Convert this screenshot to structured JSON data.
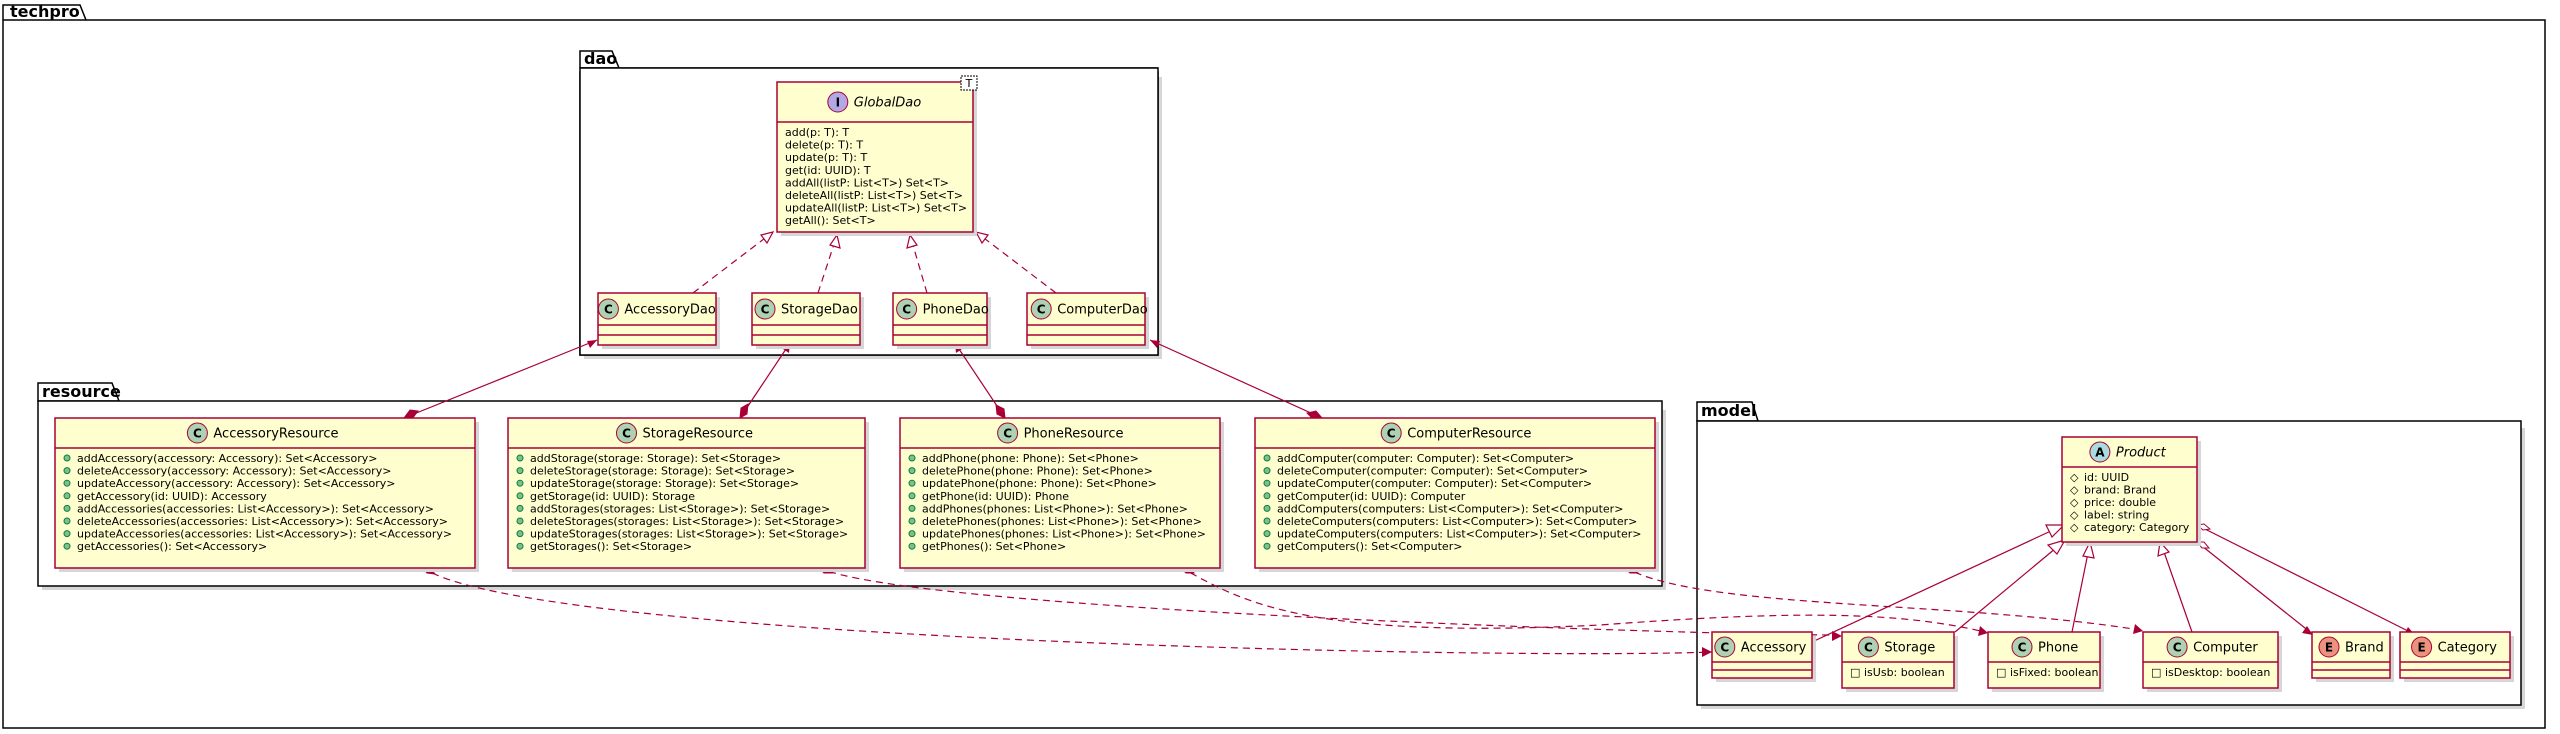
{
  "packages": {
    "root": "techpro",
    "dao": "dao",
    "resource": "resource",
    "model": "model"
  },
  "colors": {
    "class_fill": "#FEFECE",
    "border": "#A80036",
    "spot_class": "#ADD1B2",
    "spot_interface": "#B4A7E5",
    "spot_abstract": "#A9DCDF",
    "spot_enum": "#EB937F"
  },
  "classes": {
    "GlobalDao": {
      "name": "GlobalDao",
      "stereotype": "I",
      "generic": "T",
      "methods": [
        "add(p: T): T",
        "delete(p: T): T",
        "update(p: T): T",
        "get(id: UUID): T",
        "addAll(listP: List<T>) Set<T>",
        "deleteAll(listP: List<T>) Set<T>",
        "updateAll(listP: List<T>) Set<T>",
        "getAll(): Set<T>"
      ]
    },
    "AccessoryDao": {
      "name": "AccessoryDao",
      "stereotype": "C"
    },
    "StorageDao": {
      "name": "StorageDao",
      "stereotype": "C"
    },
    "PhoneDao": {
      "name": "PhoneDao",
      "stereotype": "C"
    },
    "ComputerDao": {
      "name": "ComputerDao",
      "stereotype": "C"
    },
    "AccessoryResource": {
      "name": "AccessoryResource",
      "stereotype": "C",
      "methods": [
        "addAccessory(accessory: Accessory): Set<Accessory>",
        "deleteAccessory(accessory: Accessory): Set<Accessory>",
        "updateAccessory(accessory: Accessory): Set<Accessory>",
        "getAccessory(id: UUID): Accessory",
        "addAccessories(accessories: List<Accessory>): Set<Accessory>",
        "deleteAccessories(accessories: List<Accessory>): Set<Accessory>",
        "updateAccessories(accessories: List<Accessory>): Set<Accessory>",
        "getAccessories(): Set<Accessory>"
      ]
    },
    "StorageResource": {
      "name": "StorageResource",
      "stereotype": "C",
      "methods": [
        "addStorage(storage: Storage): Set<Storage>",
        "deleteStorage(storage: Storage): Set<Storage>",
        "updateStorage(storage: Storage): Set<Storage>",
        "getStorage(id: UUID): Storage",
        "addStorages(storages: List<Storage>): Set<Storage>",
        "deleteStorages(storages: List<Storage>): Set<Storage>",
        "updateStorages(storages: List<Storage>): Set<Storage>",
        "getStorages(): Set<Storage>"
      ]
    },
    "PhoneResource": {
      "name": "PhoneResource",
      "stereotype": "C",
      "methods": [
        "addPhone(phone: Phone): Set<Phone>",
        "deletePhone(phone: Phone): Set<Phone>",
        "updatePhone(phone: Phone): Set<Phone>",
        "getPhone(id: UUID): Phone",
        "addPhones(phones: List<Phone>): Set<Phone>",
        "deletePhones(phones: List<Phone>): Set<Phone>",
        "updatePhones(phones: List<Phone>): Set<Phone>",
        "getPhones(): Set<Phone>"
      ]
    },
    "ComputerResource": {
      "name": "ComputerResource",
      "stereotype": "C",
      "methods": [
        "addComputer(computer: Computer): Set<Computer>",
        "deleteComputer(computer: Computer): Set<Computer>",
        "updateComputer(computer: Computer): Set<Computer>",
        "getComputer(id: UUID): Computer",
        "addComputers(computers: List<Computer>): Set<Computer>",
        "deleteComputers(computers: List<Computer>): Set<Computer>",
        "updateComputers(computers: List<Computer>): Set<Computer>",
        "getComputers(): Set<Computer>"
      ]
    },
    "Product": {
      "name": "Product",
      "stereotype": "A",
      "fields": [
        "id: UUID",
        "brand: Brand",
        "price: double",
        "label: string",
        "category: Category"
      ]
    },
    "Accessory": {
      "name": "Accessory",
      "stereotype": "C"
    },
    "Storage": {
      "name": "Storage",
      "stereotype": "C",
      "fields": [
        "isUsb: boolean"
      ]
    },
    "Phone": {
      "name": "Phone",
      "stereotype": "C",
      "fields": [
        "isFixed: boolean"
      ]
    },
    "Computer": {
      "name": "Computer",
      "stereotype": "C",
      "fields": [
        "isDesktop: boolean"
      ]
    },
    "Brand": {
      "name": "Brand",
      "stereotype": "E"
    },
    "Category": {
      "name": "Category",
      "stereotype": "E"
    }
  },
  "relations": [
    {
      "from": "AccessoryDao",
      "to": "GlobalDao",
      "type": "realization"
    },
    {
      "from": "StorageDao",
      "to": "GlobalDao",
      "type": "realization"
    },
    {
      "from": "PhoneDao",
      "to": "GlobalDao",
      "type": "realization"
    },
    {
      "from": "ComputerDao",
      "to": "GlobalDao",
      "type": "realization"
    },
    {
      "from": "AccessoryResource",
      "to": "AccessoryDao",
      "type": "composition"
    },
    {
      "from": "StorageResource",
      "to": "StorageDao",
      "type": "composition"
    },
    {
      "from": "PhoneResource",
      "to": "PhoneDao",
      "type": "composition"
    },
    {
      "from": "ComputerResource",
      "to": "ComputerDao",
      "type": "composition"
    },
    {
      "from": "AccessoryResource",
      "to": "Accessory",
      "type": "dependency"
    },
    {
      "from": "StorageResource",
      "to": "Storage",
      "type": "dependency"
    },
    {
      "from": "PhoneResource",
      "to": "Phone",
      "type": "dependency"
    },
    {
      "from": "ComputerResource",
      "to": "Computer",
      "type": "dependency"
    },
    {
      "from": "Accessory",
      "to": "Product",
      "type": "inheritance"
    },
    {
      "from": "Storage",
      "to": "Product",
      "type": "inheritance"
    },
    {
      "from": "Phone",
      "to": "Product",
      "type": "inheritance"
    },
    {
      "from": "Computer",
      "to": "Product",
      "type": "inheritance"
    },
    {
      "from": "Product",
      "to": "Brand",
      "type": "aggregation"
    },
    {
      "from": "Product",
      "to": "Category",
      "type": "aggregation"
    }
  ]
}
